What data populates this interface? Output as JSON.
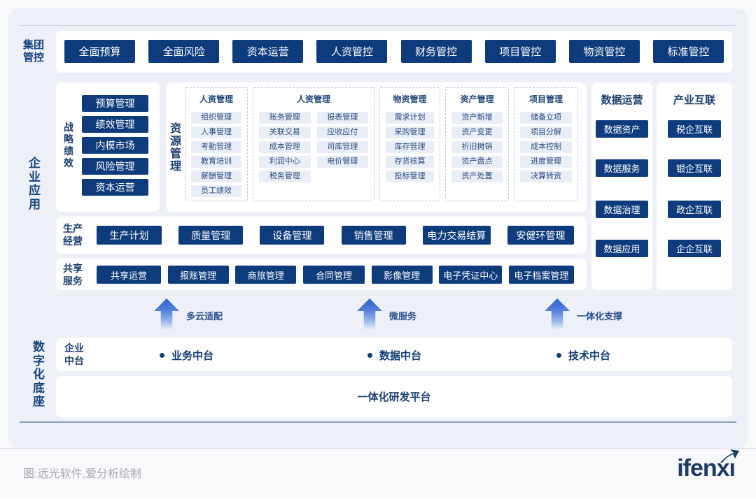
{
  "page": {
    "caption": "图:远光软件,爱分析绘制",
    "brand": "ifenxi",
    "brand_main": "ifenx",
    "brand_i": "ı"
  },
  "colors": {
    "accent_navy": "#0e3b7c",
    "chip_bg": "#e9eef6",
    "arrow_blue": "#2c5fd0",
    "label_navy": "#1c3f70"
  },
  "group_control": {
    "label": "集团\n管控",
    "buttons": [
      "全面预算",
      "全面风险",
      "资本运营",
      "人资管控",
      "财务管控",
      "项目管控",
      "物资管控",
      "标准管控"
    ]
  },
  "enterprise": {
    "label": "企\n业\n应\n用",
    "strategy": {
      "label": "战\n略\n绩\n效",
      "buttons": [
        "预算管理",
        "绩效管理",
        "内模市场",
        "风险管理",
        "资本运营"
      ]
    },
    "resource": {
      "label": "资\n源\n管\n理",
      "groups": [
        {
          "title": "人资管理",
          "columns": [
            [
              "组织管理",
              "人事管理",
              "考勤管理",
              "教育培训",
              "薪酬管理",
              "员工绩效"
            ]
          ]
        },
        {
          "title": "人资管理",
          "columns": [
            [
              "账务管理",
              "关联交易",
              "成本管理",
              "利润中心",
              "税务管理"
            ],
            [
              "报表管理",
              "应收应付",
              "司库管理",
              "电价管理"
            ]
          ]
        },
        {
          "title": "物资管理",
          "columns": [
            [
              "需求计划",
              "采购管理",
              "库存管理",
              "存货核算",
              "投标管理"
            ]
          ]
        },
        {
          "title": "资产管理",
          "columns": [
            [
              "资产新增",
              "资产变更",
              "折旧摊销",
              "资产盘点",
              "资产处置"
            ]
          ]
        },
        {
          "title": "项目管理",
          "columns": [
            [
              "储备立项",
              "项目分解",
              "成本控制",
              "进度管理",
              "决算转资"
            ]
          ]
        }
      ]
    },
    "production": {
      "label": "生产\n经营",
      "buttons": [
        "生产计划",
        "质量管理",
        "设备管理",
        "销售管理",
        "电力交易结算",
        "安健环管理"
      ]
    },
    "shared": {
      "label": "共享\n服务",
      "buttons": [
        "共享运营",
        "报账管理",
        "商旅管理",
        "合同管理",
        "影像管理",
        "电子凭证中心",
        "电子档案管理"
      ]
    },
    "data_ops": {
      "title": "数据运营",
      "buttons": [
        "数据资产",
        "数据服务",
        "数据治理",
        "数据应用"
      ]
    },
    "industry": {
      "title": "产业互联",
      "buttons": [
        "税企互联",
        "银企互联",
        "政企互联",
        "企企互联"
      ]
    }
  },
  "arrows": [
    {
      "label": "多云适配"
    },
    {
      "label": "微服务"
    },
    {
      "label": "一体化支撑"
    }
  ],
  "foundation": {
    "label": "数\n字\n化\n底\n座",
    "middle_platform": {
      "label": "企业\n中台",
      "items": [
        "业务中台",
        "数据中台",
        "技术中台"
      ]
    },
    "platform": "一体化研发平台"
  }
}
